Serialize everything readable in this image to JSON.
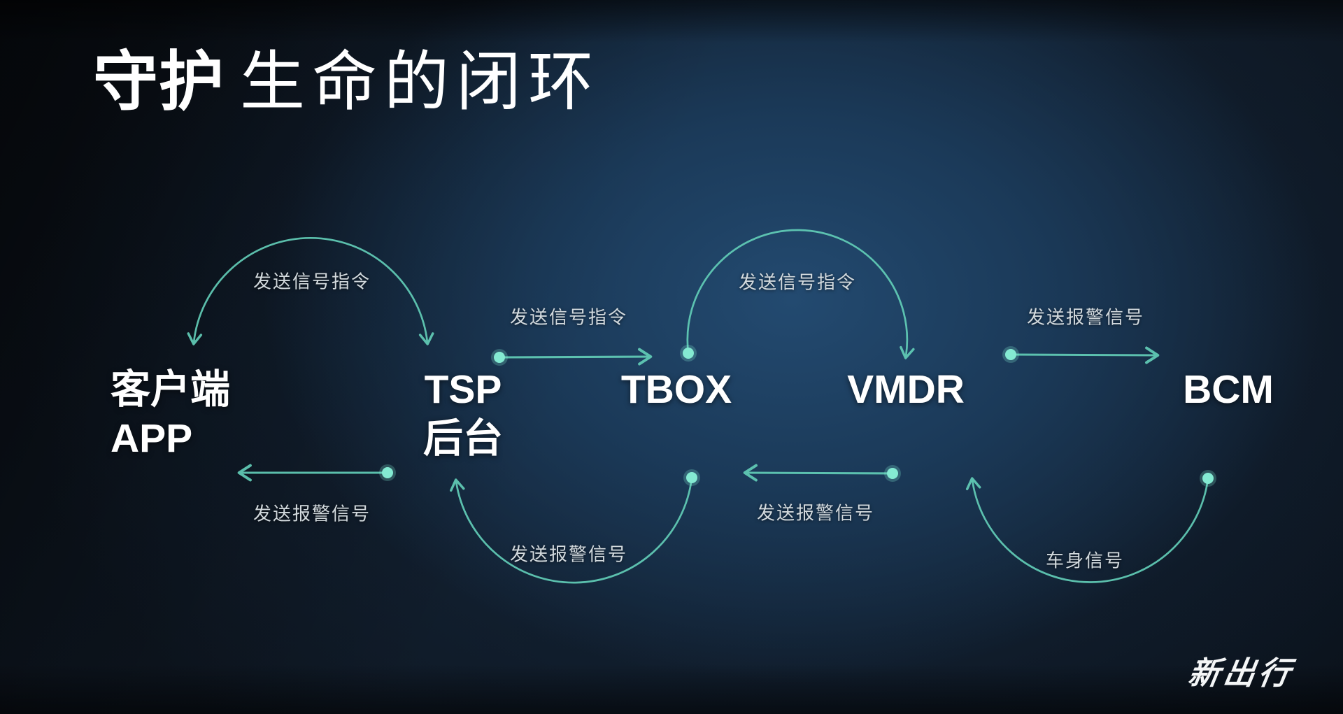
{
  "title": {
    "emphasis": "守护",
    "rest": "生命的闭环"
  },
  "nodes": [
    {
      "id": "client-app",
      "lines": [
        "客户端",
        "APP"
      ]
    },
    {
      "id": "tsp-backend",
      "lines": [
        "TSP",
        "后台"
      ]
    },
    {
      "id": "tbox",
      "lines": [
        "TBOX"
      ]
    },
    {
      "id": "vmdr",
      "lines": [
        "VMDR"
      ]
    },
    {
      "id": "bcm",
      "lines": [
        "BCM"
      ]
    }
  ],
  "edges": [
    {
      "from": "客户端 APP",
      "to": "TSP 后台",
      "label": "发送信号指令",
      "shape": "arc-top",
      "heads": "both"
    },
    {
      "from": "TSP 后台",
      "to": "TBOX",
      "label": "发送信号指令",
      "shape": "straight",
      "heads": "end"
    },
    {
      "from": "TBOX",
      "to": "VMDR",
      "label": "发送信号指令",
      "shape": "arc-top",
      "heads": "end"
    },
    {
      "from": "VMDR",
      "to": "BCM",
      "label": "发送报警信号",
      "shape": "straight",
      "heads": "end"
    },
    {
      "from": "TSP 后台",
      "to": "客户端 APP",
      "label": "发送报警信号",
      "shape": "straight",
      "heads": "end"
    },
    {
      "from": "TBOX",
      "to": "TSP 后台",
      "label": "发送报警信号",
      "shape": "arc-bottom",
      "heads": "end"
    },
    {
      "from": "VMDR",
      "to": "TBOX",
      "label": "发送报警信号",
      "shape": "straight",
      "heads": "end"
    },
    {
      "from": "BCM",
      "to": "VMDR",
      "label": "车身信号",
      "shape": "arc-bottom",
      "heads": "end"
    }
  ],
  "watermark": "新出行",
  "colors": {
    "background": "#0d1520",
    "glow": "#234a70",
    "line": "#62cdb7",
    "dot": "#84ead2",
    "label_text": "#d3dade",
    "node_text": "#ffffff"
  }
}
